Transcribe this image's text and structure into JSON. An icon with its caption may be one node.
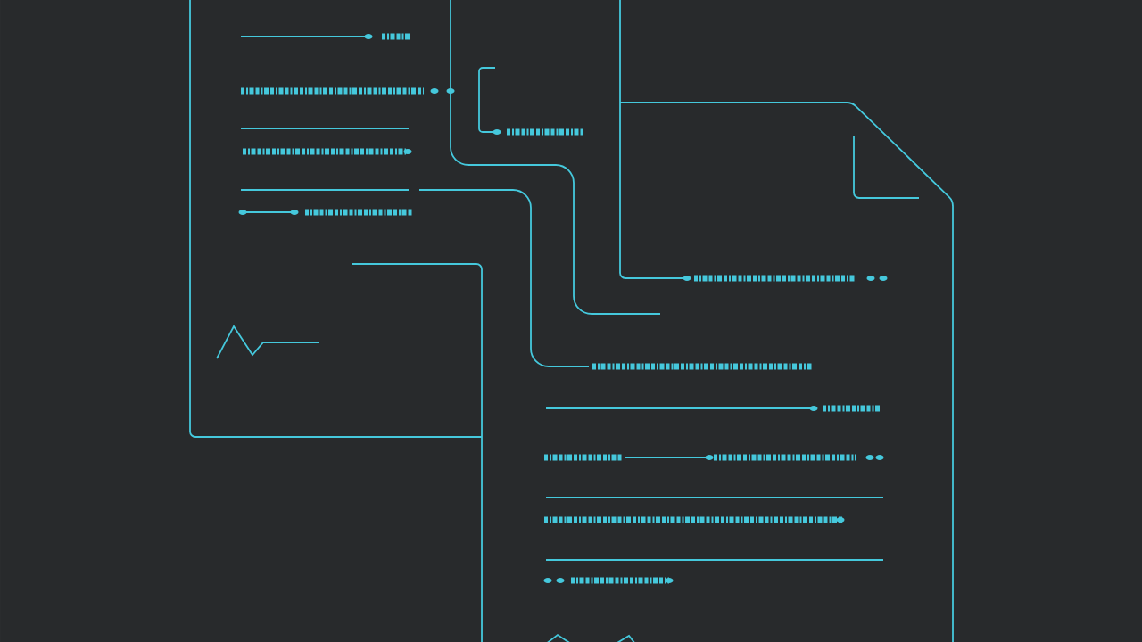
{
  "diagram": {
    "nodes": [
      {
        "text": [],
        "shape": "document"
      },
      {
        "text": [],
        "shape": "document"
      },
      {
        "text": [],
        "shape": "document"
      }
    ]
  }
}
